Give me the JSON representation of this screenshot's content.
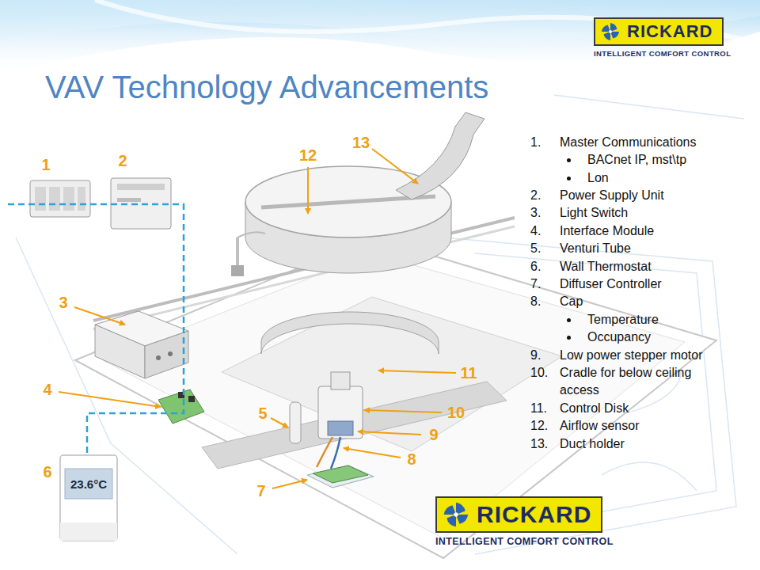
{
  "diagram": {
    "title": "VAV Technology Advancements",
    "nodes": [
      {
        "text": [
          "RICKARD",
          "INTELLIGENT COMFORT CONTROL"
        ]
      },
      {
        "text": [
          "RICKARD",
          "INTELLIGENT COMFORT CONTROL"
        ]
      }
    ],
    "labels": [
      "1",
      "2",
      "3",
      "4",
      "5",
      "6",
      "7",
      "8",
      "9",
      "10",
      "11",
      "12",
      "13",
      "1.",
      "Master Communications",
      "BACnet IP, mst\\tp",
      "Lon",
      "2.",
      "Power Supply Unit",
      "3.",
      "Light Switch",
      "4.",
      "Interface Module",
      "5.",
      "Venturi Tube",
      "6.",
      "Wall Thermostat",
      "7.",
      "Diffuser Controller",
      "8.",
      "Cap",
      "Temperature",
      "Occupancy",
      "9.",
      "Low power stepper motor",
      "10.",
      "Cradle for below ceiling access",
      "11.",
      "Control Disk",
      "12.",
      "Airflow sensor",
      "13.",
      "Duct holder",
      "23.6°C"
    ]
  }
}
